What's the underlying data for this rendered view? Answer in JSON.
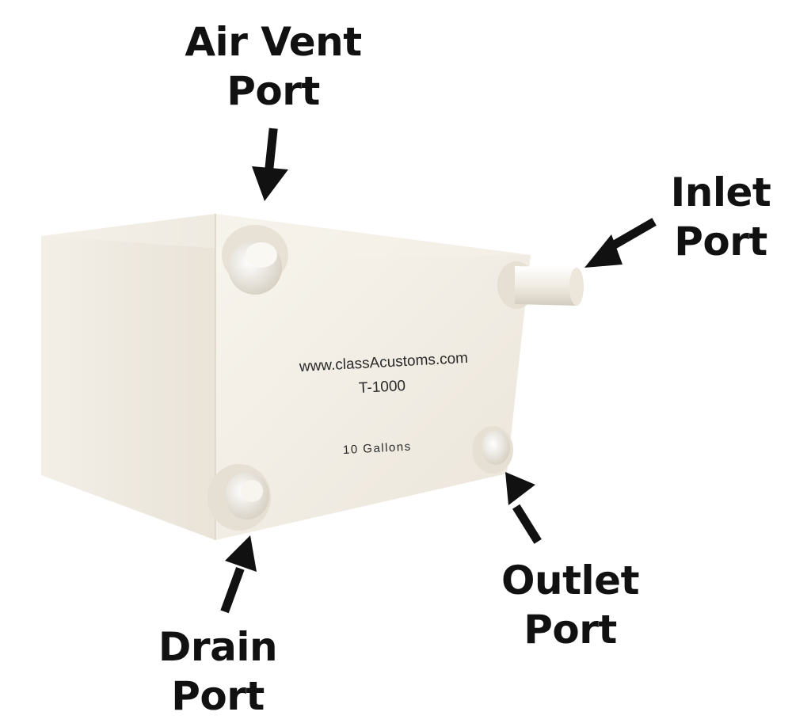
{
  "callouts": {
    "air_vent": {
      "line1": "Air Vent",
      "line2": "Port"
    },
    "inlet": {
      "line1": "Inlet",
      "line2": "Port"
    },
    "outlet": {
      "line1": "Outlet",
      "line2": "Port"
    },
    "drain": {
      "line1": "Drain",
      "line2": "Port"
    }
  },
  "tank": {
    "url": "www.classAcustoms.com",
    "model": "T-1000",
    "capacity": "10 Gallons"
  },
  "colors": {
    "label_text": "#111111",
    "arrow": "#111111",
    "tank_body": "#f4efe6",
    "background": "#ffffff"
  },
  "icons": [
    "arrow-down-icon",
    "arrow-left-icon",
    "arrow-up-icon"
  ]
}
